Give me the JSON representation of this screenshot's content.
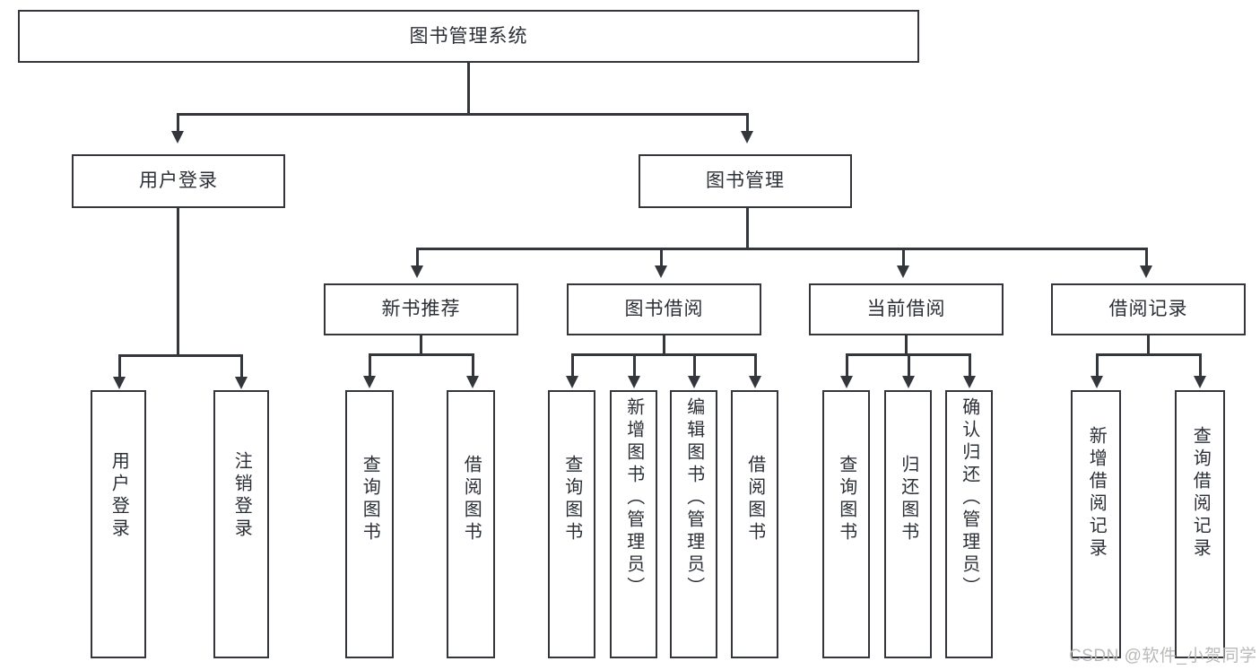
{
  "diagram": {
    "title": "图书管理系统",
    "watermark": "CSDN @软件_小贺同学",
    "colors": {
      "stroke": "#33363b",
      "box_fill": "#ffffff",
      "text": "#2b2f36",
      "background": "#ffffff",
      "watermark": "#b9b9b9"
    },
    "root": {
      "label": "图书管理系统"
    },
    "level1": [
      {
        "label": "用户登录"
      },
      {
        "label": "图书管理"
      }
    ],
    "level2": [
      {
        "label": "新书推荐"
      },
      {
        "label": "图书借阅"
      },
      {
        "label": "当前借阅"
      },
      {
        "label": "借阅记录"
      }
    ],
    "leaves": {
      "user_login": [
        {
          "label": "用户登录"
        },
        {
          "label": "注销登录"
        }
      ],
      "new_book_recommend": [
        {
          "label": "查询图书"
        },
        {
          "label": "借阅图书"
        }
      ],
      "book_borrow": [
        {
          "label": "查询图书"
        },
        {
          "label": "新增图书（管理员）"
        },
        {
          "label": "编辑图书（管理员）"
        },
        {
          "label": "借阅图书"
        }
      ],
      "current_borrow": [
        {
          "label": "查询图书"
        },
        {
          "label": "归还图书"
        },
        {
          "label": "确认归还（管理员）"
        }
      ],
      "borrow_record": [
        {
          "label": "新增借阅记录"
        },
        {
          "label": "查询借阅记录"
        }
      ]
    }
  }
}
